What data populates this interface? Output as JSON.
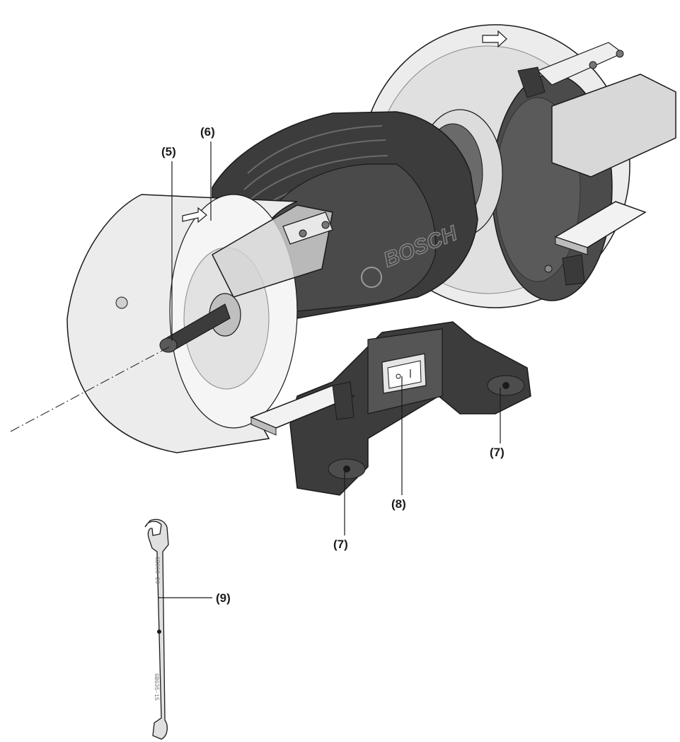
{
  "diagram": {
    "brand": "BOSCH",
    "callouts": [
      {
        "id": "5",
        "label": "(5)"
      },
      {
        "id": "6",
        "label": "(6)"
      },
      {
        "id": "7a",
        "label": "(7)"
      },
      {
        "id": "7b",
        "label": "(7)"
      },
      {
        "id": "8",
        "label": "(8)"
      },
      {
        "id": "9",
        "label": "(9)"
      }
    ],
    "wrench_engraving_top": "GBG60-20",
    "wrench_engraving_bottom": "GBG35-15",
    "colors": {
      "body_dark": "#3a3a3a",
      "body_mid": "#555555",
      "guard_light": "#e6e6e6",
      "wheel_dark": "#4b4b4b",
      "outline": "#1a1a1a"
    }
  }
}
